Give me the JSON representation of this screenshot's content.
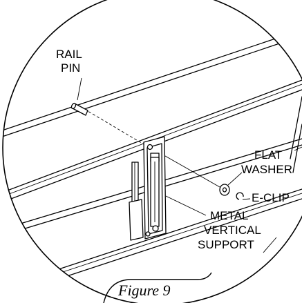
{
  "labels": {
    "rail": "RAIL",
    "pin": "PIN",
    "flat": "FLAT",
    "washer": "WASHER",
    "eclip": "E-CLIP",
    "metal": "METAL",
    "vertical": "VERTICAL",
    "support": "SUPPORT"
  },
  "caption": "Figure 9"
}
